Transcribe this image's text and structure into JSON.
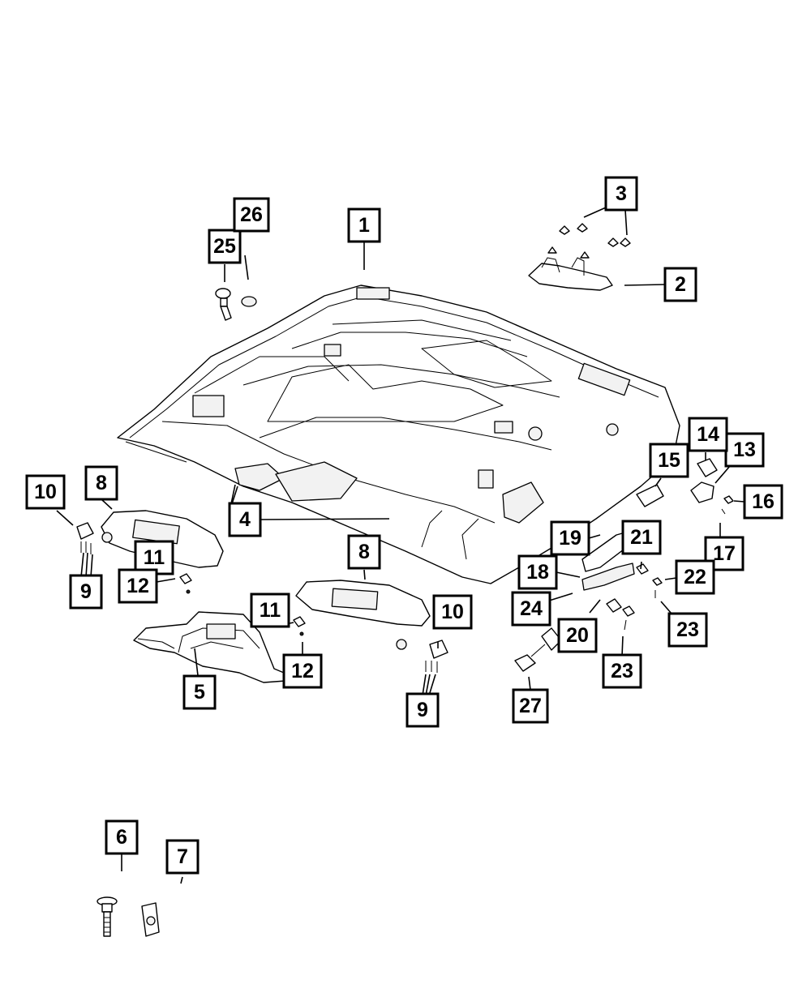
{
  "diagram": {
    "callouts": [
      {
        "id": "c1",
        "label": "1"
      },
      {
        "id": "c2",
        "label": "2"
      },
      {
        "id": "c3",
        "label": "3"
      },
      {
        "id": "c4",
        "label": "4"
      },
      {
        "id": "c5",
        "label": "5"
      },
      {
        "id": "c6",
        "label": "6"
      },
      {
        "id": "c7",
        "label": "7"
      },
      {
        "id": "c8a",
        "label": "8"
      },
      {
        "id": "c8b",
        "label": "8"
      },
      {
        "id": "c9a",
        "label": "9"
      },
      {
        "id": "c9b",
        "label": "9"
      },
      {
        "id": "c10a",
        "label": "10"
      },
      {
        "id": "c10b",
        "label": "10"
      },
      {
        "id": "c11a",
        "label": "11"
      },
      {
        "id": "c11b",
        "label": "11"
      },
      {
        "id": "c12a",
        "label": "12"
      },
      {
        "id": "c12b",
        "label": "12"
      },
      {
        "id": "c13",
        "label": "13"
      },
      {
        "id": "c14",
        "label": "14"
      },
      {
        "id": "c15",
        "label": "15"
      },
      {
        "id": "c16",
        "label": "16"
      },
      {
        "id": "c17",
        "label": "17"
      },
      {
        "id": "c18",
        "label": "18"
      },
      {
        "id": "c19",
        "label": "19"
      },
      {
        "id": "c20",
        "label": "20"
      },
      {
        "id": "c21",
        "label": "21"
      },
      {
        "id": "c22",
        "label": "22"
      },
      {
        "id": "c23a",
        "label": "23"
      },
      {
        "id": "c23b",
        "label": "23"
      },
      {
        "id": "c24",
        "label": "24"
      },
      {
        "id": "c25",
        "label": "25"
      },
      {
        "id": "c26",
        "label": "26"
      },
      {
        "id": "c27",
        "label": "27"
      }
    ]
  }
}
